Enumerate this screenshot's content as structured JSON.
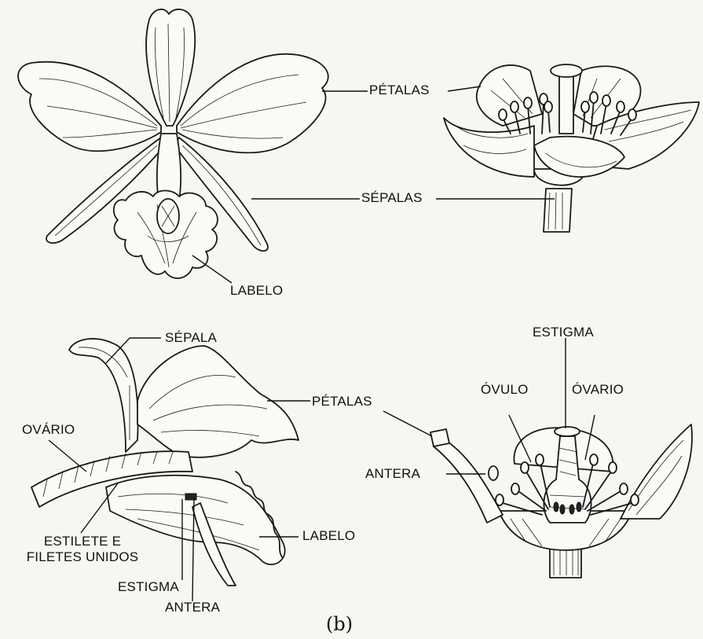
{
  "labels": {
    "petalas_top": "PÉTALAS",
    "sepalas": "SÉPALAS",
    "labelo_top": "LABELO",
    "sepala": "SÉPALA",
    "ovario_left": "OVÁRIO",
    "petalas_mid": "PÉTALAS",
    "estigma_right": "ESTIGMA",
    "ovulo": "ÓVULO",
    "ovario_right": "ÓVARIO",
    "antera_right": "ANTERA",
    "estilete_line1": "ESTILETE E",
    "estilete_line2": "FILETES UNIDOS",
    "labelo_bottom": "LABELO",
    "estigma_left": "ESTIGMA",
    "antera_left": "ANTERA"
  },
  "caption": "(b)"
}
